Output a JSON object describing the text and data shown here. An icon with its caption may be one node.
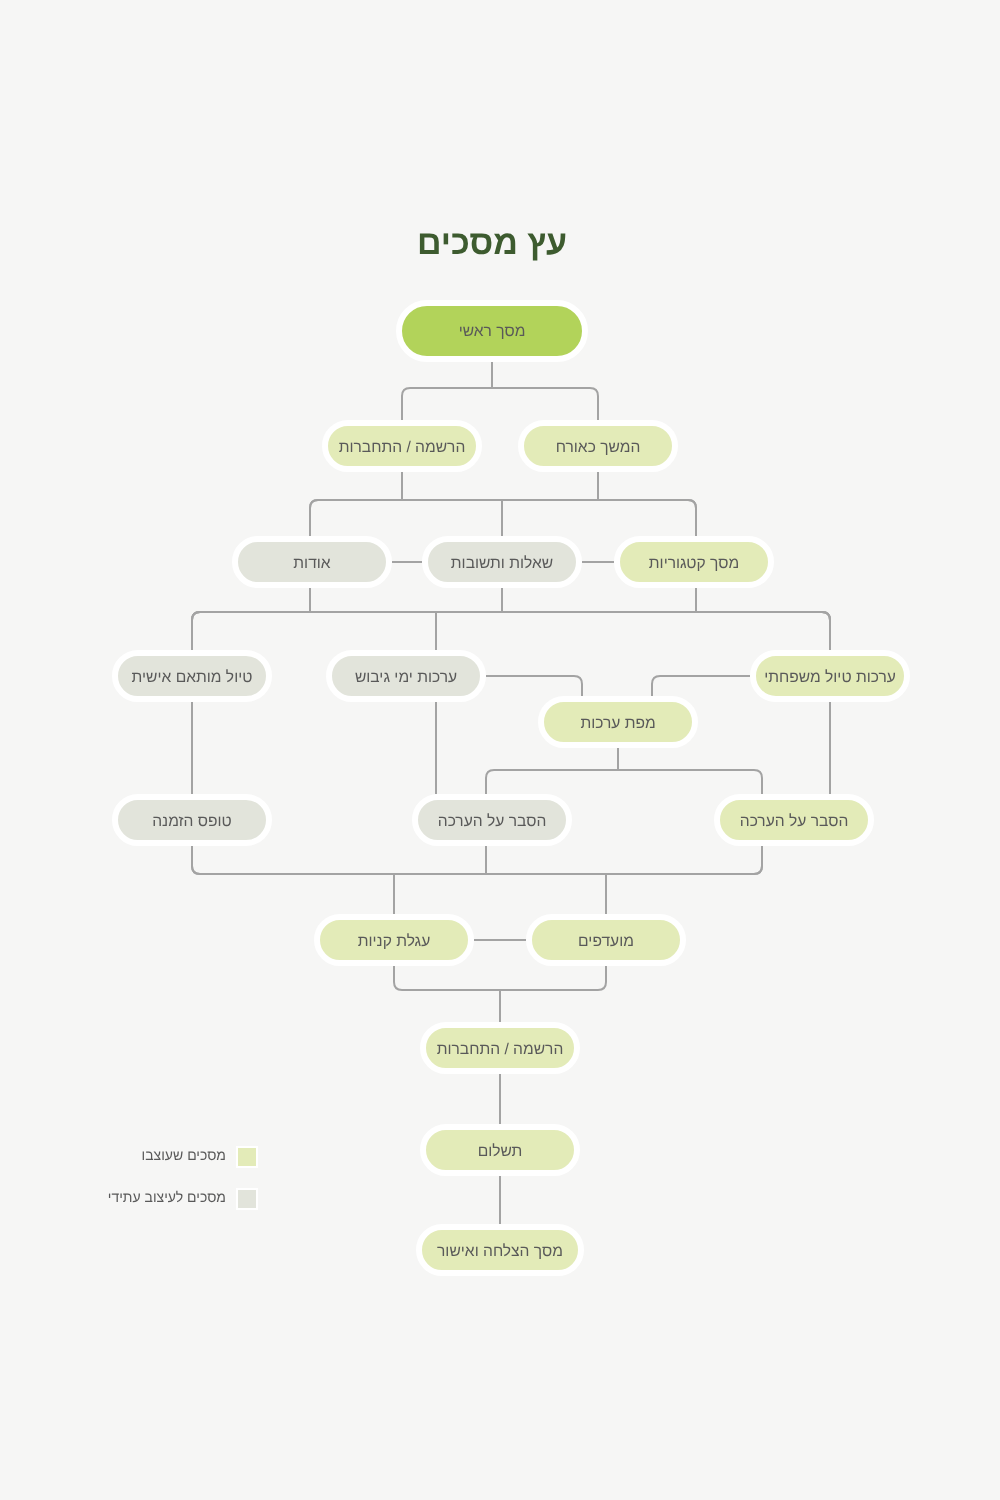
{
  "diagram": {
    "title": "עץ מסכים",
    "nodes": [
      {
        "text": [
          "מסך ראשי"
        ]
      },
      {
        "text": [
          "המשך כאורח"
        ]
      },
      {
        "text": [
          "הרשמה / התחברות"
        ]
      },
      {
        "text": [
          "מסך קטגוריות"
        ]
      },
      {
        "text": [
          "שאלות ותשובות"
        ]
      },
      {
        "text": [
          "אודות"
        ]
      },
      {
        "text": [
          "ערכות טיול משפחתי"
        ]
      },
      {
        "text": [
          "ערכות ימי גיבוש"
        ]
      },
      {
        "text": [
          "טיול מותאם אישית"
        ]
      },
      {
        "text": [
          "מפת ערכות"
        ]
      },
      {
        "text": [
          "הסבר על הערכה"
        ]
      },
      {
        "text": [
          "הסבר על הערכה"
        ]
      },
      {
        "text": [
          "טופס הזמנה"
        ]
      },
      {
        "text": [
          "מועדפים"
        ]
      },
      {
        "text": [
          "עגלת קניות"
        ]
      },
      {
        "text": [
          "הרשמה / התחברות"
        ]
      },
      {
        "text": [
          "תשלום"
        ]
      },
      {
        "text": [
          "מסך הצלחה ואישור"
        ]
      }
    ],
    "edges": [
      {
        "from": 0,
        "to": 1,
        "arrow": "none"
      },
      {
        "from": 0,
        "to": 2,
        "arrow": "none"
      },
      {
        "from": 1,
        "to": 3,
        "arrow": "none"
      },
      {
        "from": 1,
        "to": 4,
        "arrow": "none"
      },
      {
        "from": 1,
        "to": 5,
        "arrow": "none"
      },
      {
        "from": 2,
        "to": 3,
        "arrow": "none"
      },
      {
        "from": 2,
        "to": 4,
        "arrow": "none"
      },
      {
        "from": 2,
        "to": 5,
        "arrow": "none"
      },
      {
        "from": 3,
        "to": 4,
        "arrow": "none"
      },
      {
        "from": 4,
        "to": 5,
        "arrow": "none"
      },
      {
        "from": 3,
        "to": 6,
        "arrow": "none"
      },
      {
        "from": 3,
        "to": 7,
        "arrow": "none"
      },
      {
        "from": 3,
        "to": 8,
        "arrow": "none"
      },
      {
        "from": 4,
        "to": 6,
        "arrow": "none"
      },
      {
        "from": 4,
        "to": 7,
        "arrow": "none"
      },
      {
        "from": 4,
        "to": 8,
        "arrow": "none"
      },
      {
        "from": 5,
        "to": 6,
        "arrow": "none"
      },
      {
        "from": 5,
        "to": 7,
        "arrow": "none"
      },
      {
        "from": 5,
        "to": 8,
        "arrow": "none"
      },
      {
        "from": 6,
        "to": 9,
        "arrow": "none"
      },
      {
        "from": 7,
        "to": 9,
        "arrow": "none"
      },
      {
        "from": 6,
        "to": 10,
        "arrow": "none"
      },
      {
        "from": 7,
        "to": 11,
        "arrow": "none"
      },
      {
        "from": 8,
        "to": 12,
        "arrow": "none"
      },
      {
        "from": 9,
        "to": 10,
        "arrow": "none"
      },
      {
        "from": 9,
        "to": 11,
        "arrow": "none"
      },
      {
        "from": 10,
        "to": 13,
        "arrow": "none"
      },
      {
        "from": 10,
        "to": 14,
        "arrow": "none"
      },
      {
        "from": 11,
        "to": 13,
        "arrow": "none"
      },
      {
        "from": 11,
        "to": 14,
        "arrow": "none"
      },
      {
        "from": 12,
        "to": 13,
        "arrow": "none"
      },
      {
        "from": 12,
        "to": 14,
        "arrow": "none"
      },
      {
        "from": 13,
        "to": 14,
        "arrow": "none"
      },
      {
        "from": 13,
        "to": 15,
        "arrow": "none"
      },
      {
        "from": 14,
        "to": 15,
        "arrow": "none"
      },
      {
        "from": 15,
        "to": 16,
        "arrow": "none"
      },
      {
        "from": 16,
        "to": 17,
        "arrow": "none"
      }
    ],
    "legend": [
      {
        "text": "מסכים שעוצבו",
        "color": "#e3ebb8"
      },
      {
        "text": "מסכים לעיצוב עתידי",
        "color": "#e2e4db"
      }
    ]
  }
}
